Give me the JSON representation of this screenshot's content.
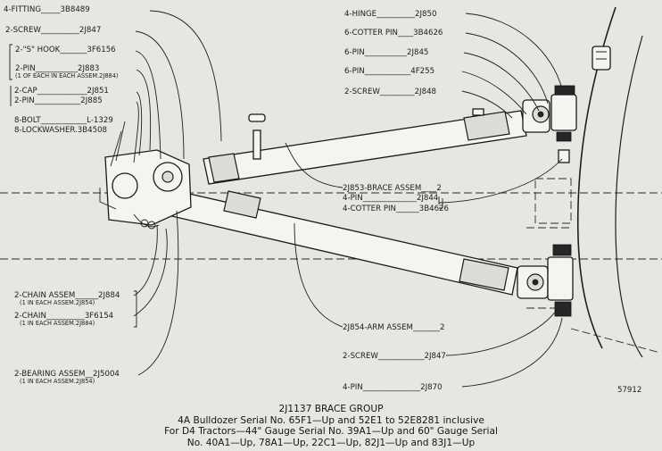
{
  "labels_left": {
    "fitting": "4-FITTING_____3B8489",
    "screw_top": "2-SCREW__________2J847",
    "s_hook": "2-\"S\" HOOK_______3F6156",
    "pin_2j883": "2-PIN___________2J883",
    "pin_2j883_note": "(1 OF EACH IN EACH ASSEM.2J884)",
    "cap": "2-CAP_____________2J851",
    "pin_2j885": "2-PIN____________2J885",
    "bolt": "8-BOLT____________L-1329",
    "lockwasher": "8-LOCKWASHER.3B4508",
    "chain_assem": "2-CHAIN ASSEM______2J884",
    "chain_assem_note": "(1 IN EACH ASSEM.2J854)",
    "chain": "2-CHAIN__________3F6154",
    "chain_note": "(1 IN EACH ASSEM.2J884)",
    "bearing": "2-BEARING ASSEM__2J5004",
    "bearing_note": "(1 IN EACH ASSEM.2J854)"
  },
  "labels_right": {
    "hinge": "4-HINGE__________2J850",
    "cotter_pin_top": "6-COTTER PIN____3B4626",
    "pin_2j845": "6-PIN___________2J845",
    "pin_4f255": "6-PIN____________4F255",
    "screw_2j848": "2-SCREW_________2J848",
    "brace_assem": "2J853-BRACE ASSEM____2",
    "pin_2j844": "4-PIN______________2J844",
    "cotter_pin_mid": "4-COTTER PIN______3B4626",
    "arm_assem": "2J854-ARM ASSEM_______2",
    "screw_bottom": "2-SCREW____________2J847",
    "pin_2j870": "4-PIN_______________2J870"
  },
  "figure_number": "57912",
  "caption": {
    "line1": "2J1137 BRACE GROUP",
    "line2": "4A Bulldozer Serial No. 65F1—Up and 52E1 to 52E8281 inclusive",
    "line3": "For D4 Tractors—44\" Gauge Serial No. 39A1—Up and 60\" Gauge Serial",
    "line4": "No. 40A1—Up, 78A1—Up, 22C1—Up, 82J1—Up and 83J1—Up"
  }
}
